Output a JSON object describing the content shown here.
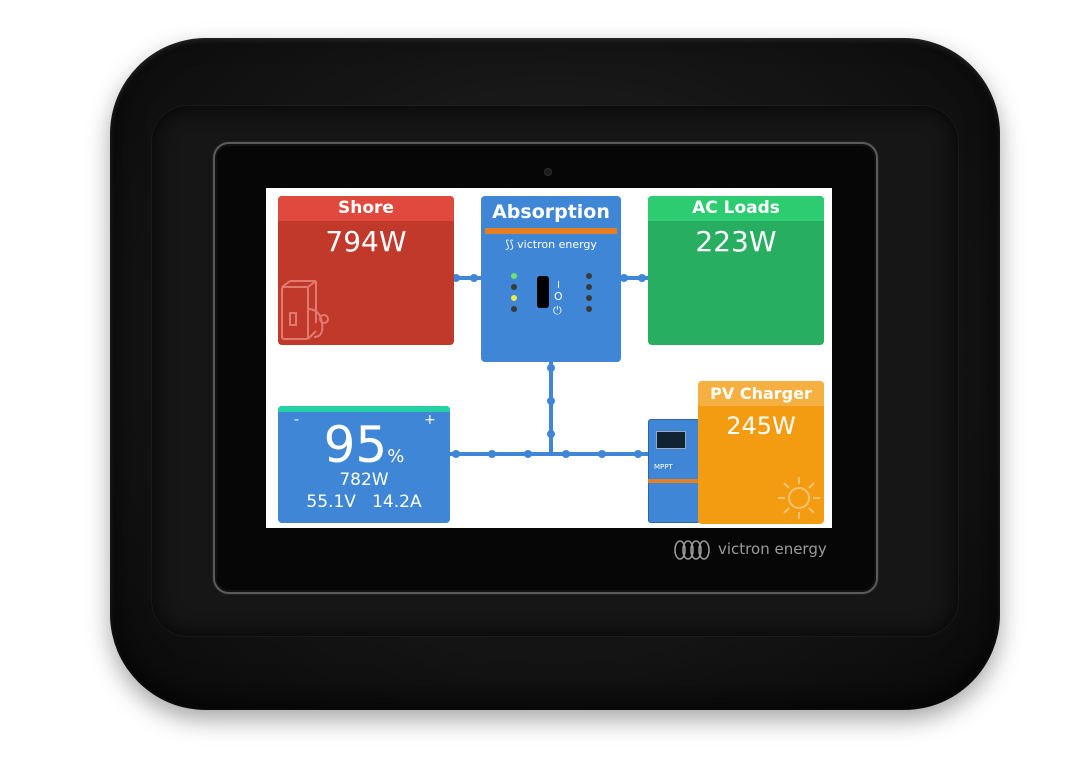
{
  "shore": {
    "title": "Shore",
    "power": "794W"
  },
  "inverter": {
    "title": "Absorption",
    "brand": "victron energy"
  },
  "ac_loads": {
    "title": "AC Loads",
    "power": "223W"
  },
  "battery": {
    "soc": "95",
    "soc_unit": "%",
    "power": "782W",
    "voltage": "55.1V",
    "current": "14.2A",
    "neg": "-",
    "pos": "+"
  },
  "pv_charger": {
    "title": "PV Charger",
    "power": "245W",
    "device_label": "MPPT"
  },
  "device_brand": "victron energy",
  "colors": {
    "shore": "#c0392b",
    "ac_loads": "#27ae60",
    "inverter": "#3f86d6",
    "battery": "#3f86d6",
    "pv": "#f39c12",
    "accent_orange": "#e67e22",
    "connector": "#3f86d6"
  }
}
